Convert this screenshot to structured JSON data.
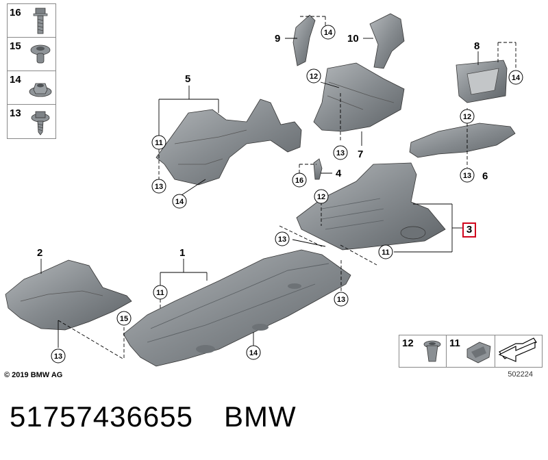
{
  "legend": {
    "items": [
      {
        "num": "16",
        "icon": "bolt-icon"
      },
      {
        "num": "15",
        "icon": "expanding-nut-icon"
      },
      {
        "num": "14",
        "icon": "flange-nut-icon"
      },
      {
        "num": "13",
        "icon": "screw-icon"
      }
    ]
  },
  "parts": {
    "p1": "1",
    "p2": "2",
    "p3": "3",
    "p4": "4",
    "p5": "5",
    "p6": "6",
    "p7": "7",
    "p8": "8",
    "p9": "9",
    "p10": "10"
  },
  "callouts": {
    "c11": "11",
    "c12": "12",
    "c13": "13",
    "c14": "14",
    "c15": "15",
    "c16": "16"
  },
  "kit": {
    "n12": "12",
    "n11": "11"
  },
  "copyright": "© 2019 BMW AG",
  "catalog_code": "502224",
  "footer": {
    "part_number": "51757436655",
    "brand": "BMW"
  },
  "colors": {
    "part_fill": "#8a8f93",
    "part_dark": "#5f6468",
    "part_light": "#b9bdc0",
    "highlight_box": "#d0021b"
  }
}
